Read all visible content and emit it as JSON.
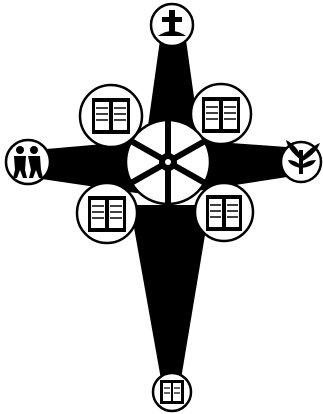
{
  "colors": {
    "ink": "#000000",
    "paper": "#ffffff"
  },
  "figure": {
    "kind": "cross-emblem",
    "arms": [
      "top",
      "left",
      "right",
      "bottom"
    ],
    "medallions": {
      "top": "cross-on-mound-icon",
      "left": "two-figures-icon",
      "right": "plant-icon",
      "bottom": "book-icon"
    },
    "inner_books": [
      "upper-left",
      "upper-right",
      "lower-left",
      "lower-right"
    ],
    "center": "six-spoke-wheel-icon"
  }
}
